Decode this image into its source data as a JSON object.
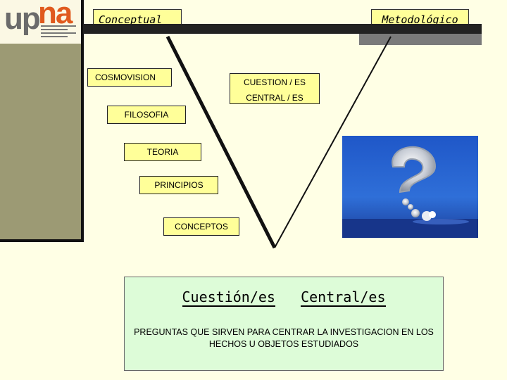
{
  "logo": {
    "left_text": "up",
    "right_text": "na"
  },
  "header": {
    "left_tag": "Conceptual",
    "right_tag": "Metodológico"
  },
  "diagram": {
    "cuestion_line1": "CUESTION / ES",
    "cuestion_line2": "CENTRAL / ES",
    "levels": [
      "COSMOVISION",
      "FILOSOFIA",
      "TEORIA",
      "PRINCIPIOS",
      "CONCEPTOS"
    ]
  },
  "bottom": {
    "title_part1": "Cuestión/es",
    "title_part2": "Central/es",
    "description": "PREGUNTAS QUE SIRVEN PARA CENTRAR LA INVESTIGACION EN LOS HECHOS U OBJETOS ESTUDIADOS"
  },
  "colors": {
    "box_fill": "#ffff99",
    "background": "#ffffe5",
    "accent_orange": "#e05a1e",
    "panel_green": "#ddfcd8"
  }
}
